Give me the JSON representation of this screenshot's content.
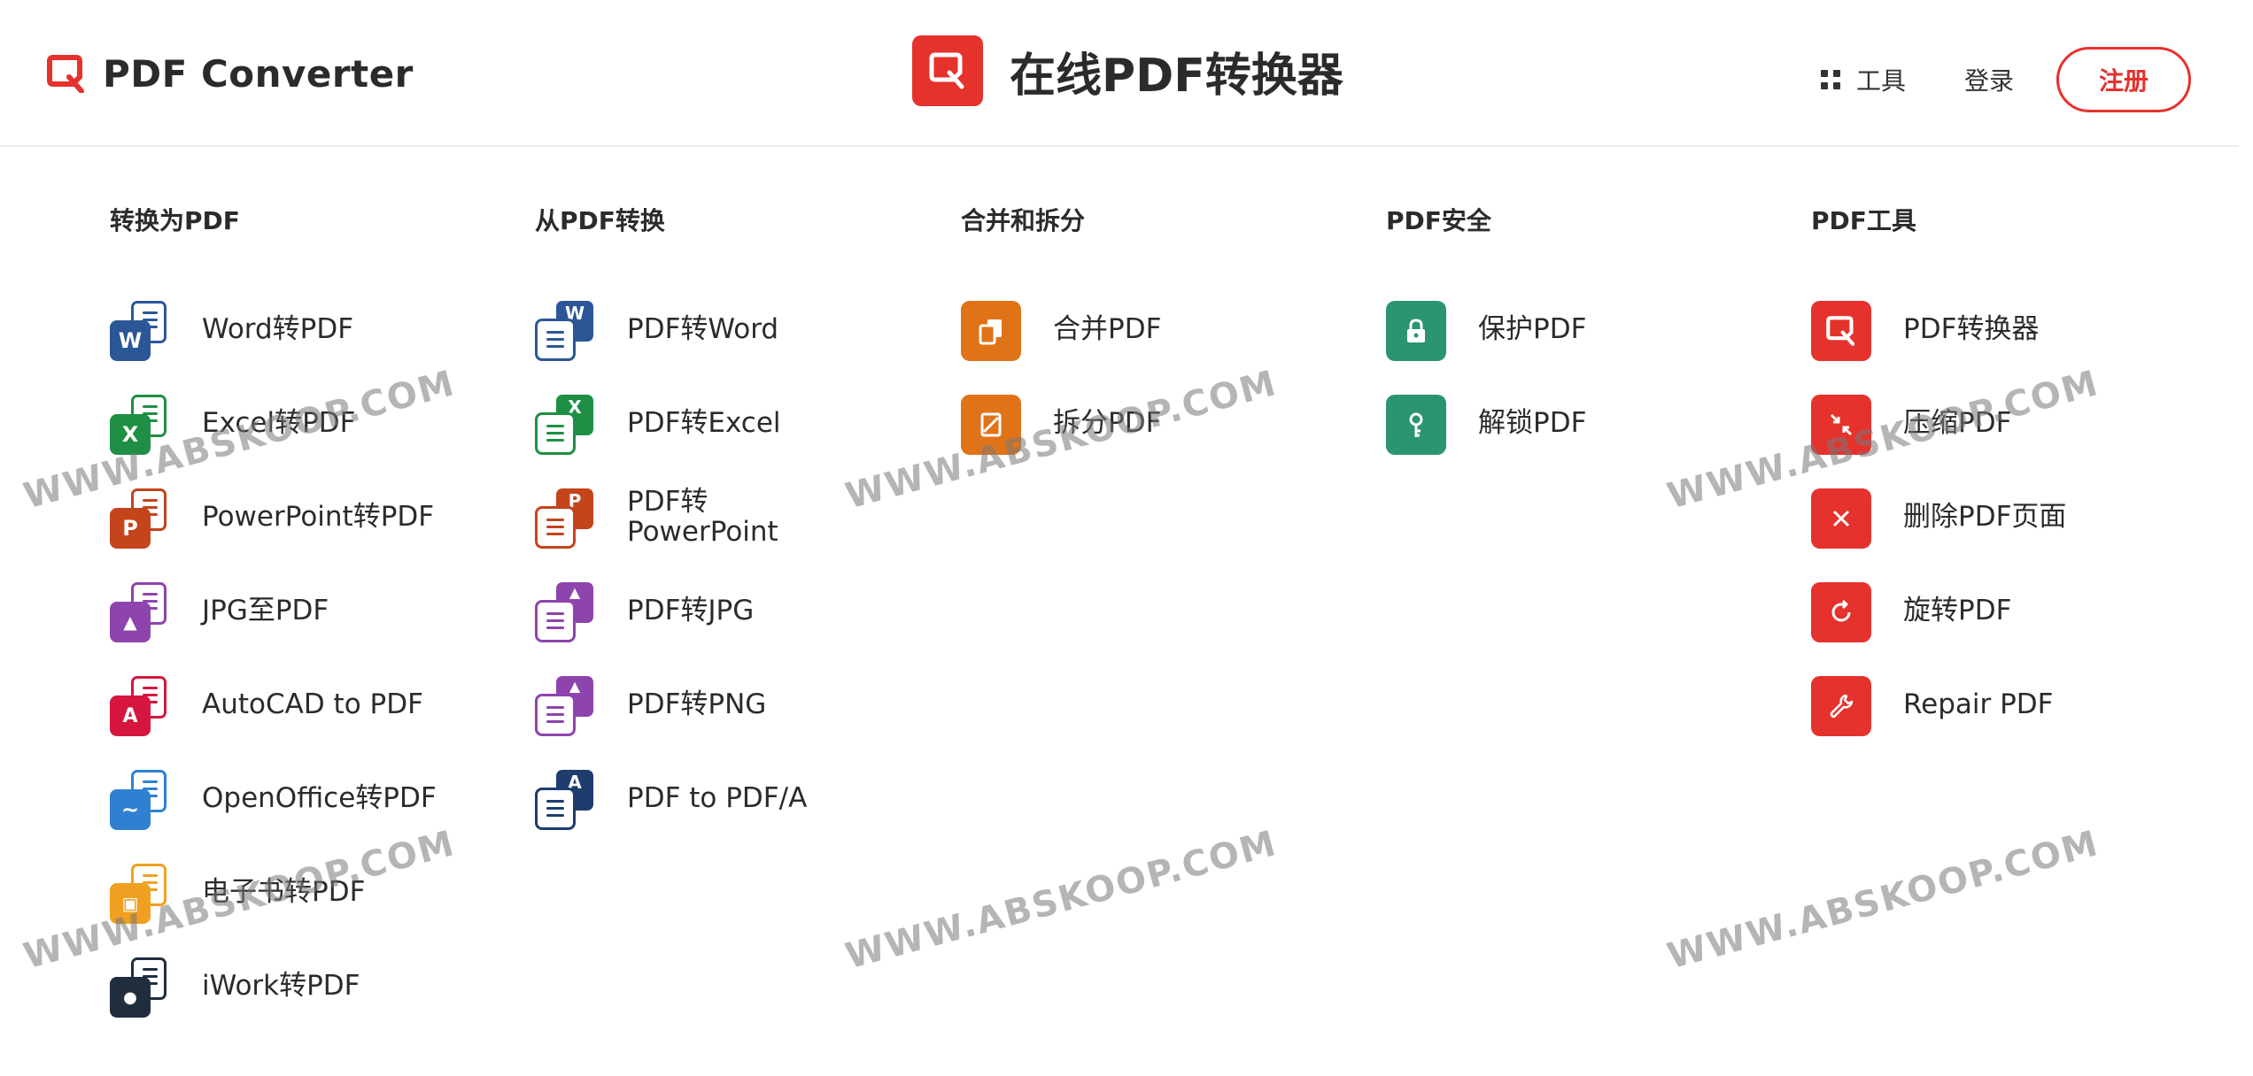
{
  "header": {
    "brand_name": "PDF Converter",
    "center_title": "在线PDF转换器",
    "tools_label": "工具",
    "login_label": "登录",
    "signup_label": "注册"
  },
  "colors": {
    "accent": "#e5322d",
    "word": "#2b5797",
    "excel": "#1e8f45",
    "powerpoint": "#c4441c",
    "jpg": "#8e44ad",
    "autocad": "#d6163f",
    "openoffice": "#2f80d1",
    "ebook": "#f0a020",
    "iwork": "#1f2d3d",
    "pdfa": "#1f3c6e",
    "merge": "#e07318",
    "security": "#2a9473"
  },
  "columns": [
    {
      "title": "转换为PDF",
      "items": [
        {
          "label": "Word转PDF",
          "icon": "word-icon",
          "glyph": "W"
        },
        {
          "label": "Excel转PDF",
          "icon": "excel-icon",
          "glyph": "X"
        },
        {
          "label": "PowerPoint转PDF",
          "icon": "powerpoint-icon",
          "glyph": "P"
        },
        {
          "label": "JPG至PDF",
          "icon": "image-icon",
          "glyph": "▲"
        },
        {
          "label": "AutoCAD to PDF",
          "icon": "autocad-icon",
          "glyph": "A"
        },
        {
          "label": "OpenOffice转PDF",
          "icon": "openoffice-icon",
          "glyph": "~"
        },
        {
          "label": "电子书转PDF",
          "icon": "ebook-icon",
          "glyph": "▣"
        },
        {
          "label": "iWork转PDF",
          "icon": "apple-icon",
          "glyph": "●"
        }
      ]
    },
    {
      "title": "从PDF转换",
      "items": [
        {
          "label": "PDF转Word",
          "icon": "word-icon",
          "glyph": "W"
        },
        {
          "label": "PDF转Excel",
          "icon": "excel-icon",
          "glyph": "X"
        },
        {
          "label": "PDF转PowerPoint",
          "icon": "powerpoint-icon",
          "glyph": "P"
        },
        {
          "label": "PDF转JPG",
          "icon": "image-icon",
          "glyph": "▲"
        },
        {
          "label": "PDF转PNG",
          "icon": "image-icon",
          "glyph": "▲"
        },
        {
          "label": "PDF to PDF/A",
          "icon": "pdfa-icon",
          "glyph": "A"
        }
      ]
    },
    {
      "title": "合并和拆分",
      "items": [
        {
          "label": "合并PDF",
          "icon": "merge-icon"
        },
        {
          "label": "拆分PDF",
          "icon": "split-icon"
        }
      ]
    },
    {
      "title": "PDF安全",
      "items": [
        {
          "label": "保护PDF",
          "icon": "lock-icon"
        },
        {
          "label": "解锁PDF",
          "icon": "key-icon"
        }
      ]
    },
    {
      "title": "PDF工具",
      "items": [
        {
          "label": "PDF转换器",
          "icon": "converter-icon"
        },
        {
          "label": "压缩PDF",
          "icon": "compress-icon"
        },
        {
          "label": "删除PDF页面",
          "icon": "delete-icon"
        },
        {
          "label": "旋转PDF",
          "icon": "rotate-icon"
        },
        {
          "label": "Repair PDF",
          "icon": "wrench-icon"
        }
      ]
    }
  ],
  "watermark": "WWW.ABSKOOP.COM"
}
